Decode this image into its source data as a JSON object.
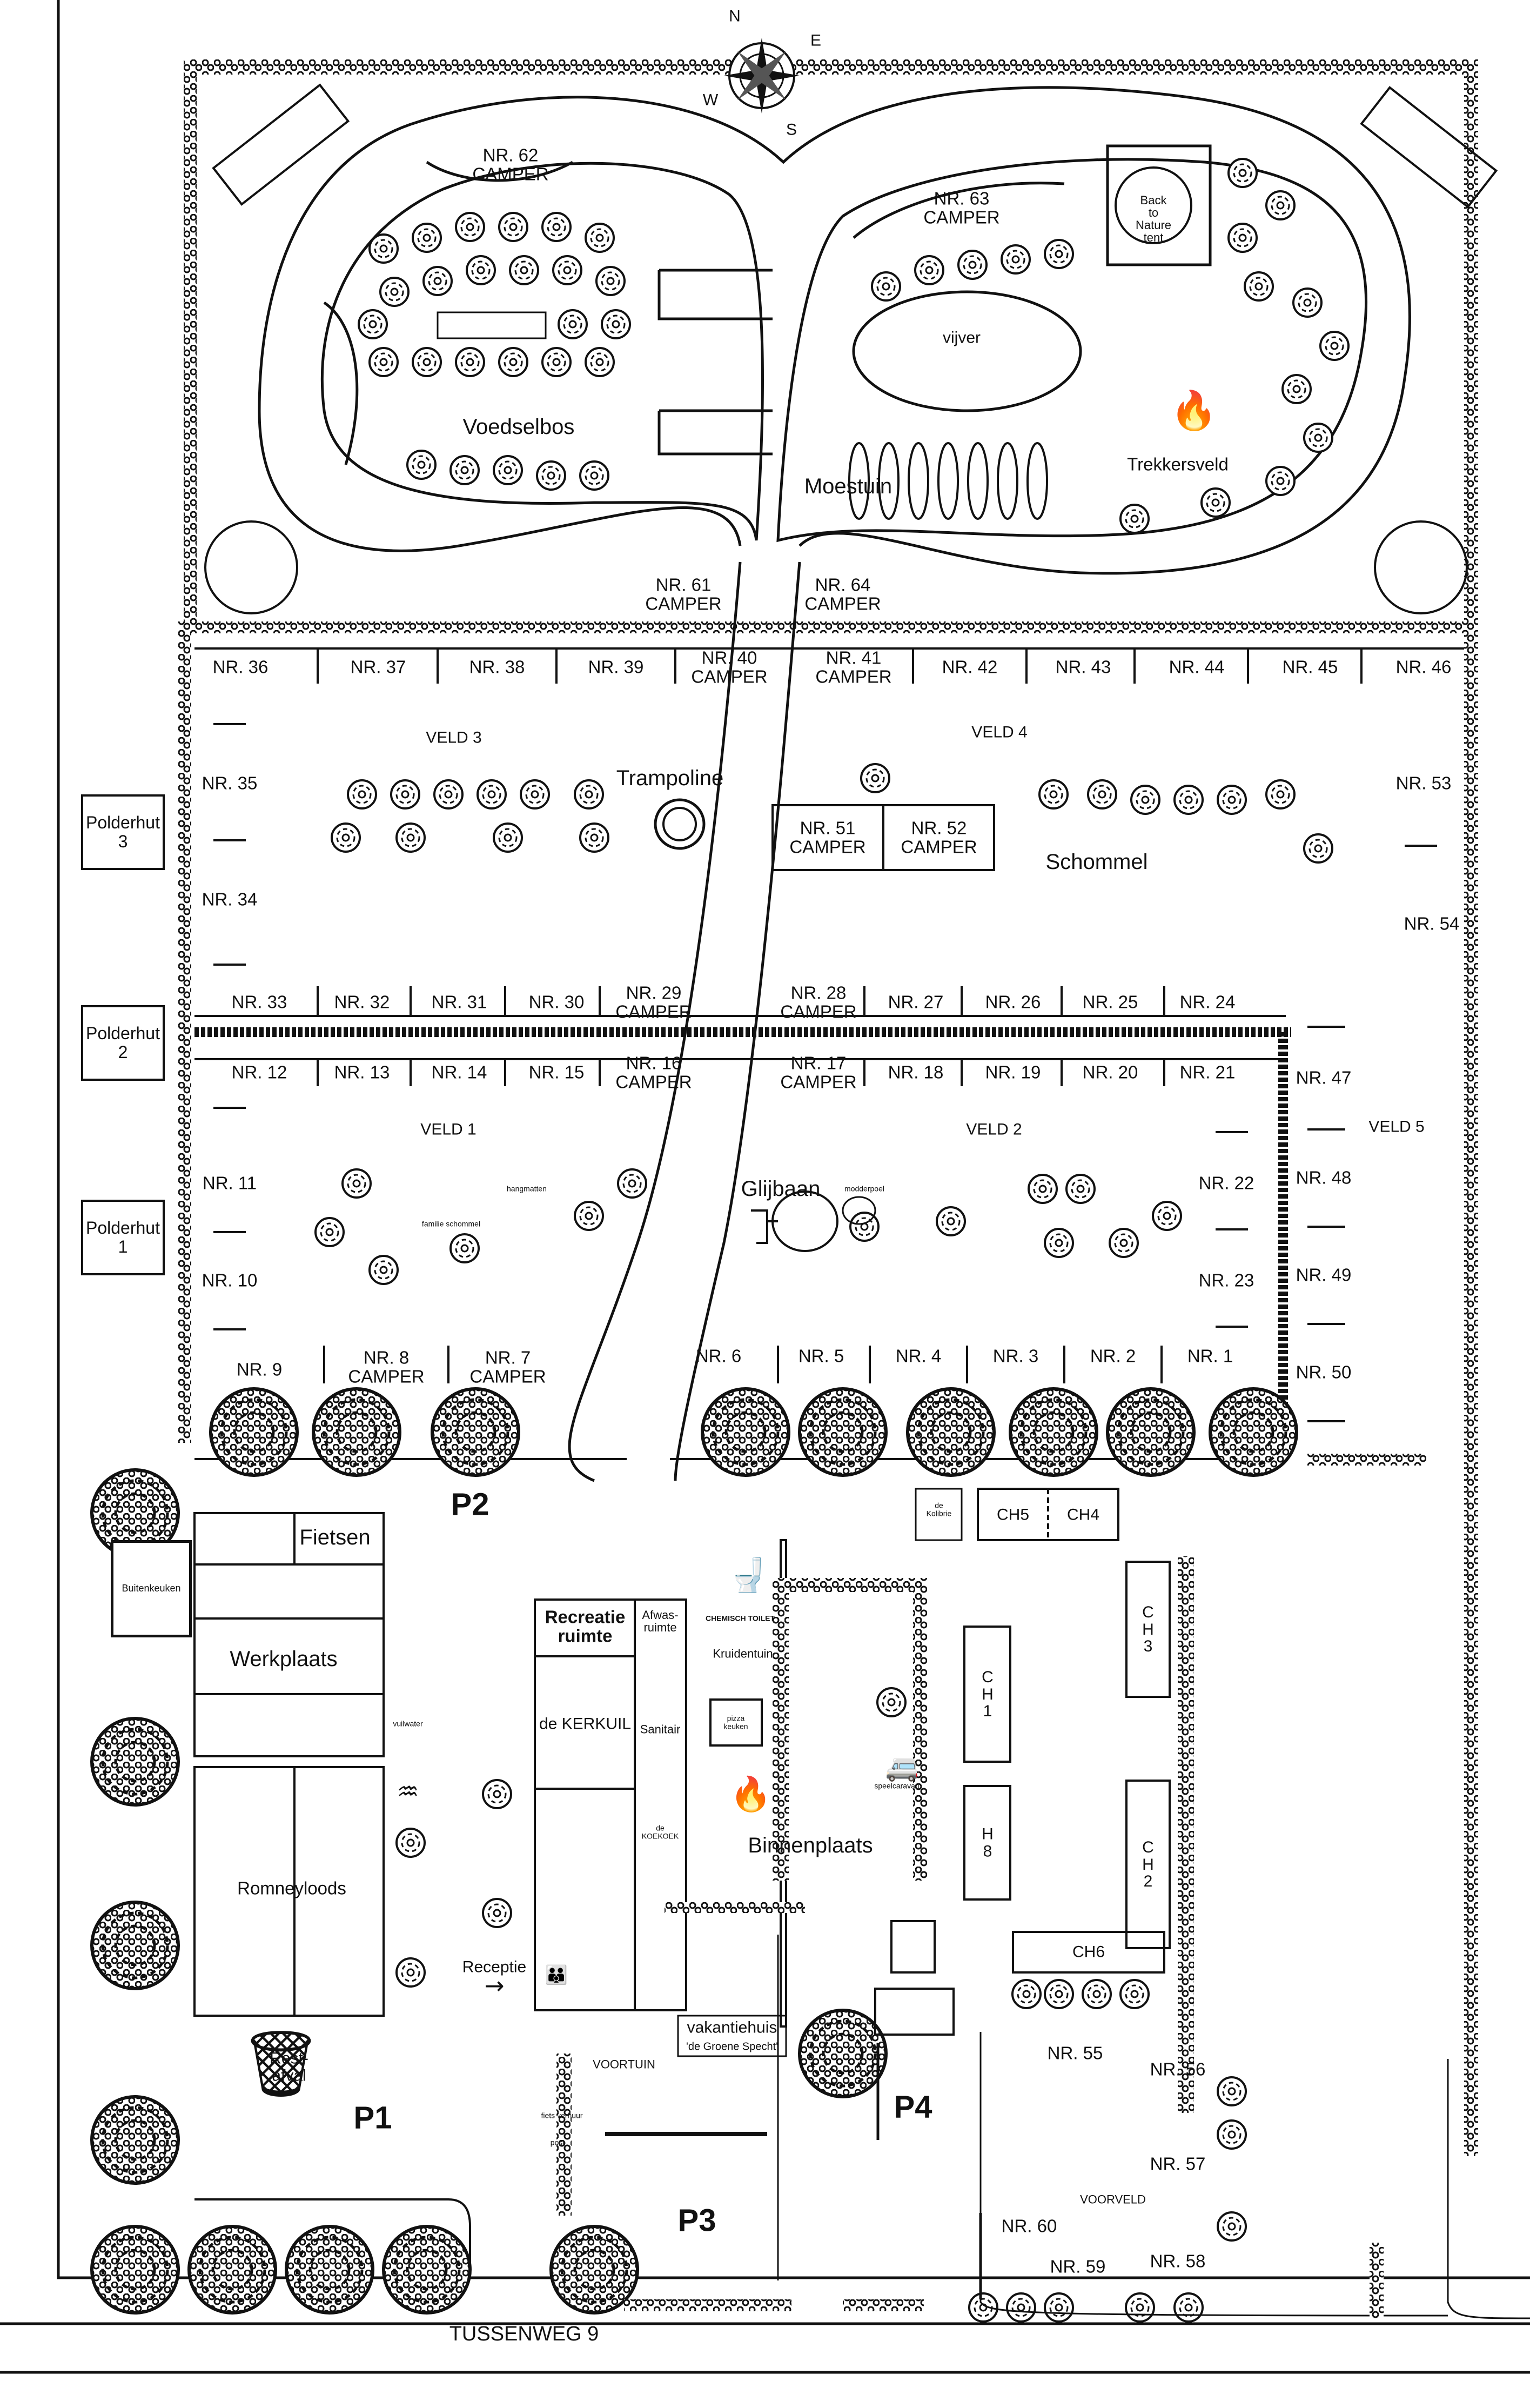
{
  "compass": {
    "n": "N",
    "e": "E",
    "s": "S",
    "w": "W"
  },
  "north_area": {
    "camper_62": [
      "NR. 62",
      "CAMPER"
    ],
    "camper_63": [
      "NR. 63",
      "CAMPER"
    ],
    "voedselbos": "Voedselbos",
    "back_to_nature": [
      "Back",
      "to",
      "Nature",
      "tent"
    ],
    "vijver": "vijver",
    "moestuin": "Moestuin",
    "trekkersveld": "Trekkersveld",
    "camper_61": [
      "NR. 61",
      "CAMPER"
    ],
    "camper_64": [
      "NR. 64",
      "CAMPER"
    ]
  },
  "pitches_row_top": [
    "NR. 36",
    "NR. 37",
    "NR. 38",
    "NR. 39"
  ],
  "pitch_40": [
    "NR. 40",
    "CAMPER"
  ],
  "pitch_41": [
    "NR. 41",
    "CAMPER"
  ],
  "pitches_row_top_right": [
    "NR. 42",
    "NR. 43",
    "NR. 44",
    "NR. 45",
    "NR. 46"
  ],
  "veld3": "VELD 3",
  "veld4": "VELD 4",
  "veld1": "VELD 1",
  "veld2": "VELD 2",
  "veld5": "VELD 5",
  "trampoline": "Trampoline",
  "schommel": "Schommel",
  "glijbaan": "Glijbaan",
  "familie_schommel": "familie schommel",
  "hangmatten": "hangmatten",
  "modderpoel": "modderpoel",
  "camper_51": [
    "NR. 51",
    "CAMPER"
  ],
  "camper_52": [
    "NR. 52",
    "CAMPER"
  ],
  "left_pitches": {
    "p35": "NR. 35",
    "p34": "NR. 34",
    "p11": "NR. 11",
    "p10": "NR. 10",
    "p9": "NR. 9"
  },
  "right_pitches": {
    "p53": "NR. 53",
    "p54": "NR. 54",
    "p47": "NR. 47",
    "p48": "NR. 48",
    "p49": "NR. 49",
    "p50": "NR. 50",
    "p22": "NR. 22",
    "p23": "NR. 23"
  },
  "row_mid_upper": [
    "NR. 33",
    "NR. 32",
    "NR. 31",
    "NR. 30"
  ],
  "pitch_29": [
    "NR. 29",
    "CAMPER"
  ],
  "pitch_28": [
    "NR. 28",
    "CAMPER"
  ],
  "row_mid_upper_right": [
    "NR. 27",
    "NR. 26",
    "NR. 25",
    "NR. 24"
  ],
  "row_mid_lower": [
    "NR. 12",
    "NR. 13",
    "NR. 14",
    "NR. 15"
  ],
  "pitch_16": [
    "NR. 16",
    "CAMPER"
  ],
  "pitch_17": [
    "NR. 17",
    "CAMPER"
  ],
  "row_mid_lower_right": [
    "NR. 18",
    "NR. 19",
    "NR. 20",
    "NR. 21"
  ],
  "pitch_8": [
    "NR. 8",
    "CAMPER"
  ],
  "pitch_7": [
    "NR. 7",
    "CAMPER"
  ],
  "row_bottom": [
    "NR. 6",
    "NR. 5",
    "NR. 4",
    "NR. 3",
    "NR. 2",
    "NR. 1"
  ],
  "polderhutten": [
    [
      "Polderhut",
      "3"
    ],
    [
      "Polderhut",
      "2"
    ],
    [
      "Polderhut",
      "1"
    ]
  ],
  "parking": {
    "p1": "P1",
    "p2": "P2",
    "p3": "P3",
    "p4": "P4"
  },
  "buildings": {
    "fietsen": "Fietsen",
    "buitenkeuken": "Buitenkeuken",
    "werkplaats": "Werkplaats",
    "romneyloods": "Romneyloods",
    "vuilwater": "vuilwater",
    "restafval": [
      "Rest-",
      "afval"
    ],
    "recreatieruimte": [
      "Recreatie",
      "ruimte"
    ],
    "kerkuil": "de KERKUIL",
    "afwasruimte": [
      "Afwas-",
      "ruimte"
    ],
    "sanitair": "Sanitair",
    "koekoek": [
      "de",
      "KOEKOEK"
    ],
    "receptie": "Receptie",
    "chemisch_toilet": "CHEMISCH TOILET",
    "kruidentuin": "Kruidentuin",
    "pizza_keuken": [
      "pizza",
      "keuken"
    ],
    "speelcaravan": "speelcaravan",
    "binnenplaats": "Binnenplaats",
    "kolibrie": [
      "de",
      "Kolibrie"
    ],
    "ch5": "CH5",
    "ch4": "CH4",
    "ch3": [
      "C",
      "H",
      "3"
    ],
    "ch1": [
      "C",
      "H",
      "1"
    ],
    "h8": [
      "H",
      "8"
    ],
    "ch2": [
      "C",
      "H",
      "2"
    ],
    "ch6": "CH6",
    "vakantiehuis": [
      "vakantiehuis",
      "'de Groene Specht'"
    ],
    "voortuin": "VOORTUIN",
    "fiets_verhuur": "fiets verhuur",
    "post": "post",
    "voorveld": "VOORVELD"
  },
  "south_pitches": {
    "p55": "NR. 55",
    "p56": "NR. 56",
    "p57": "NR. 57",
    "p58": "NR. 58",
    "p59": "NR. 59",
    "p60": "NR. 60"
  },
  "street": "TUSSENWEG 9",
  "colors": {
    "ink": "#111111",
    "paper": "#ffffff",
    "hedge": "#1a1a1a"
  },
  "icons": [
    "compass-rose-icon",
    "campfire-icon",
    "tap-icon",
    "electric-hookup-icon",
    "toilet-icon",
    "caravan-icon",
    "waste-bin-icon",
    "people-icon",
    "bike-icon",
    "water-icon"
  ]
}
